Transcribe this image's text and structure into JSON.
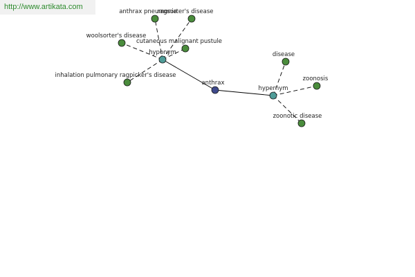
{
  "watermark": {
    "text": "http://www.artikata.com"
  },
  "colors": {
    "center_node": "#3f4a8c",
    "relation_node": "#4f9c98",
    "leaf_node": "#4a8c3c",
    "edge": "#000000",
    "background": "#ffffff"
  },
  "diagram": {
    "center": {
      "label": "anthrax"
    },
    "relations": [
      {
        "label": "hyponym",
        "items": [
          "anthrax pneumonia",
          "ragsorter's disease",
          "woolsorter's disease",
          "cutaneous malignant pustule",
          "inhalation pulmonary ragpicker's disease"
        ]
      },
      {
        "label": "hypernym",
        "items": [
          "disease",
          "zoonosis",
          "zoonotic disease"
        ]
      }
    ]
  }
}
